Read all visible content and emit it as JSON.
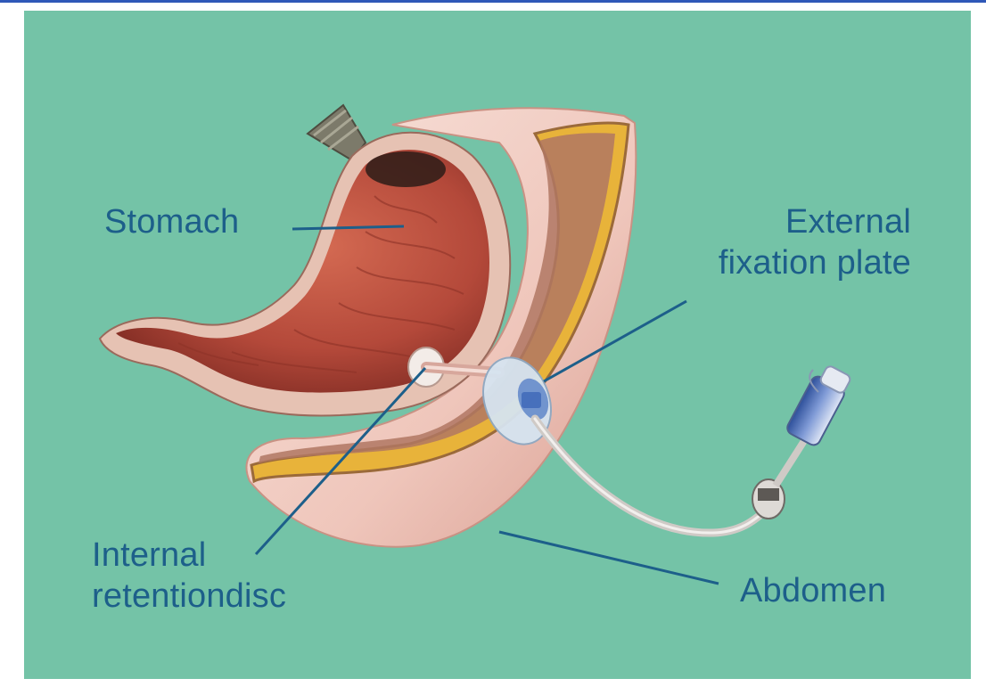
{
  "labels": {
    "stomach": "Stomach",
    "external_fixation_plate": [
      "External",
      "fixation plate"
    ],
    "internal_retention_disc": [
      "Internal",
      "retentiondisc"
    ],
    "abdomen": "Abdomen"
  },
  "colors": {
    "background": "#74c3a7",
    "label_text": "#1d5f8a",
    "leader_line": "#1d5f8a",
    "stomach_lining": "#b4493a",
    "abdominal_wall": "#f3d2c8",
    "fat_layer": "#e8b33a"
  }
}
